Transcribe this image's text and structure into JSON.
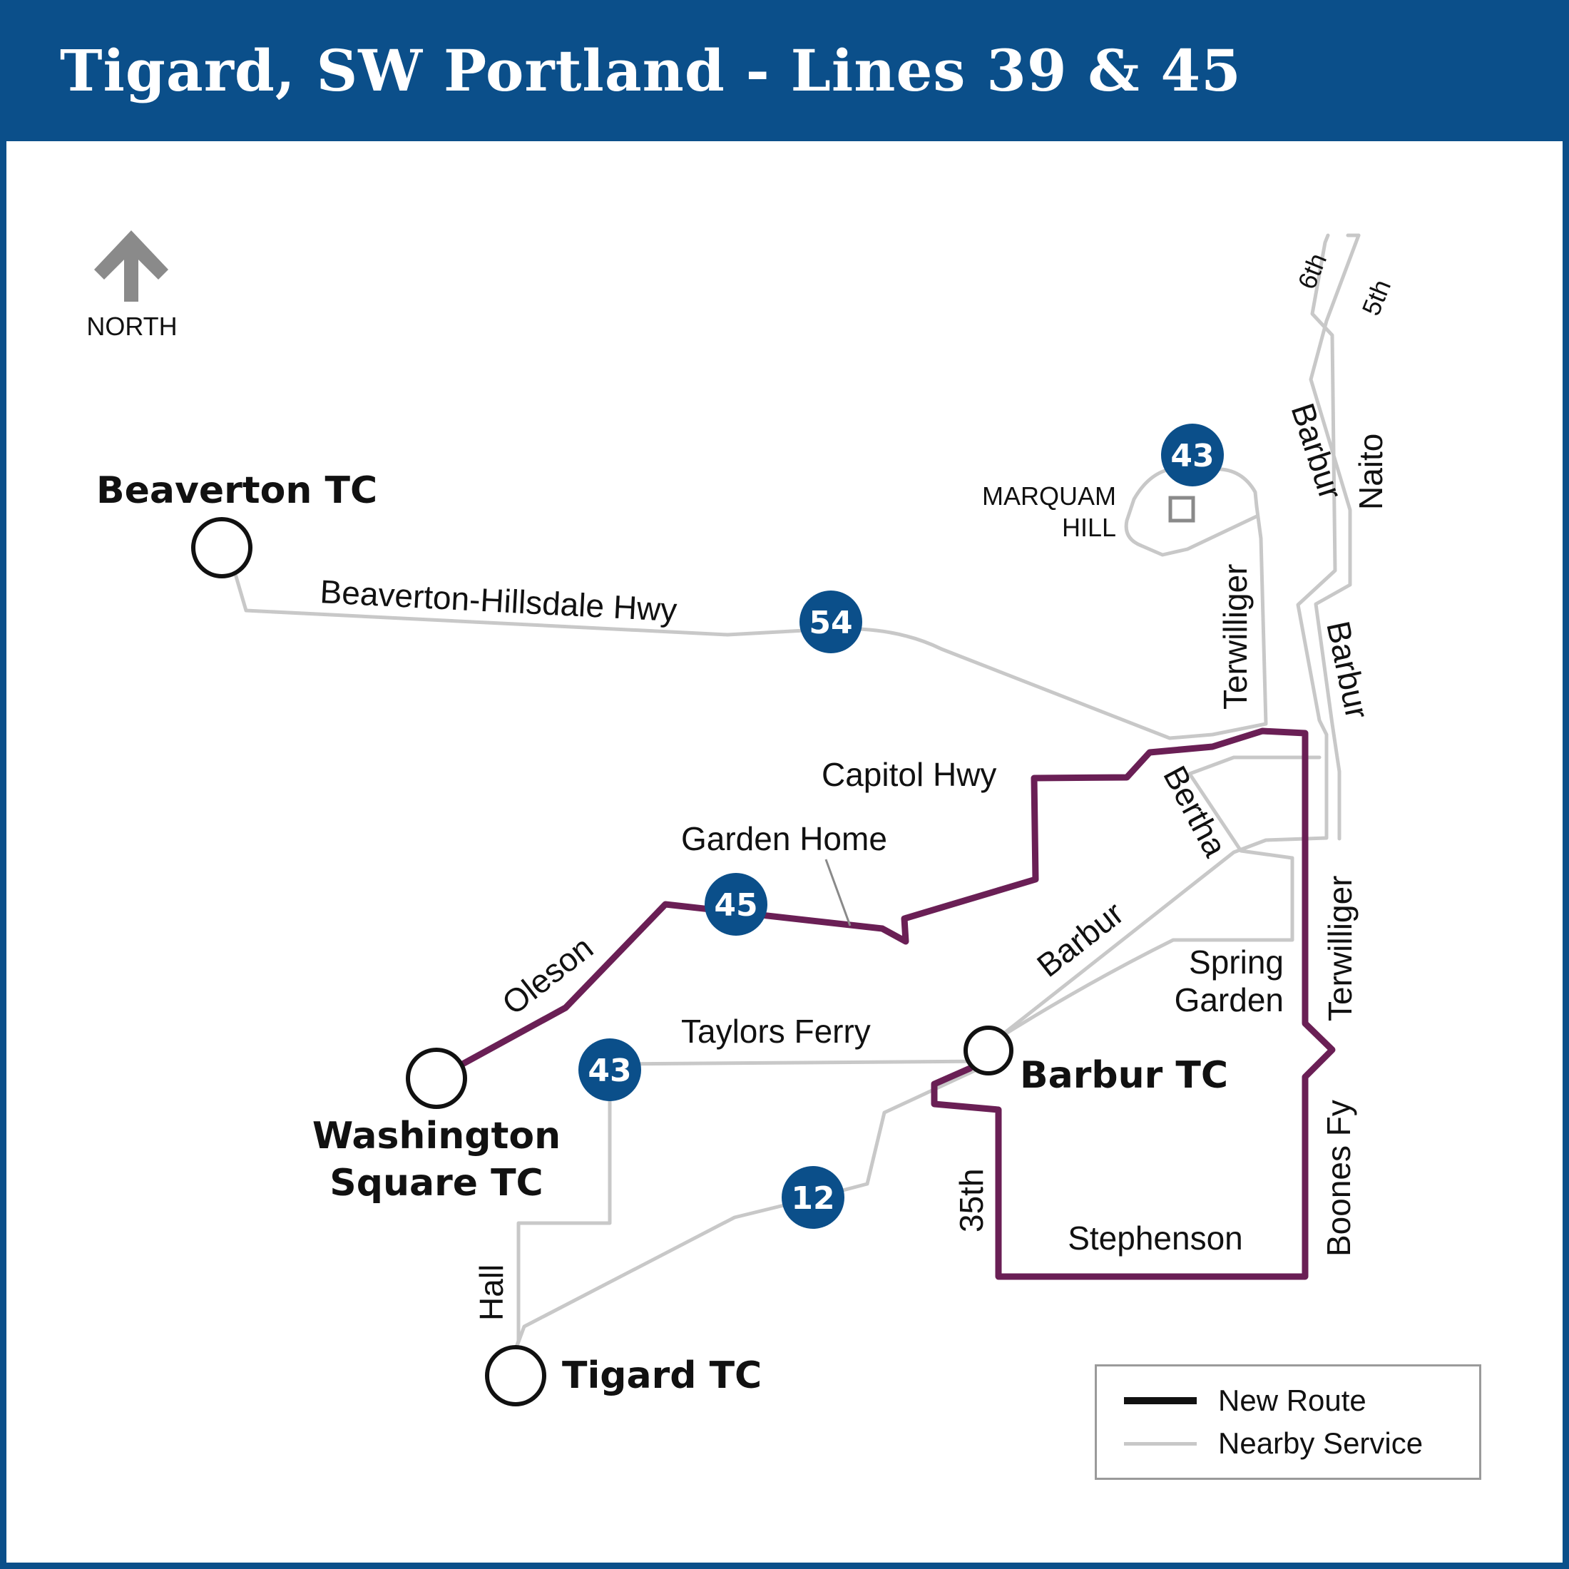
{
  "title": "Tigard, SW Portland - Lines 39 & 45",
  "colors": {
    "brand": "#0b4f8a",
    "route": "#6a1f55",
    "nearby": "#c8c8c8"
  },
  "north": {
    "label": "NORTH",
    "icon": "north-arrow-icon"
  },
  "transit_centers": {
    "beaverton": "Beaverton TC",
    "washington_sq_line1": "Washington",
    "washington_sq_line2": "Square TC",
    "barbur": "Barbur TC",
    "tigard": "Tigard TC"
  },
  "landmarks": {
    "marquam_line1": "MARQUAM",
    "marquam_line2": "HILL"
  },
  "streets": {
    "beaverton_hillsdale": "Beaverton-Hillsdale Hwy",
    "capitol": "Capitol Hwy",
    "garden_home": "Garden Home",
    "oleson": "Oleson",
    "taylors_ferry": "Taylors Ferry",
    "hall": "Hall",
    "barbur_sw": "Barbur",
    "barbur_n": "Barbur",
    "barbur_mid": "Barbur",
    "bertha": "Bertha",
    "spring_garden_line1": "Spring",
    "spring_garden_line2": "Garden",
    "terwilliger_n": "Terwilliger",
    "terwilliger_s": "Terwilliger",
    "boones_fy": "Boones Fy",
    "stephenson": "Stephenson",
    "thirty_fifth": "35th",
    "naito": "Naito",
    "sixth": "6th",
    "fifth": "5th"
  },
  "route_badges": {
    "line43_north": "43",
    "line54": "54",
    "line45": "45",
    "line43_south": "43",
    "line12": "12"
  },
  "legend": {
    "new_route": "New Route",
    "nearby_service": "Nearby Service"
  }
}
